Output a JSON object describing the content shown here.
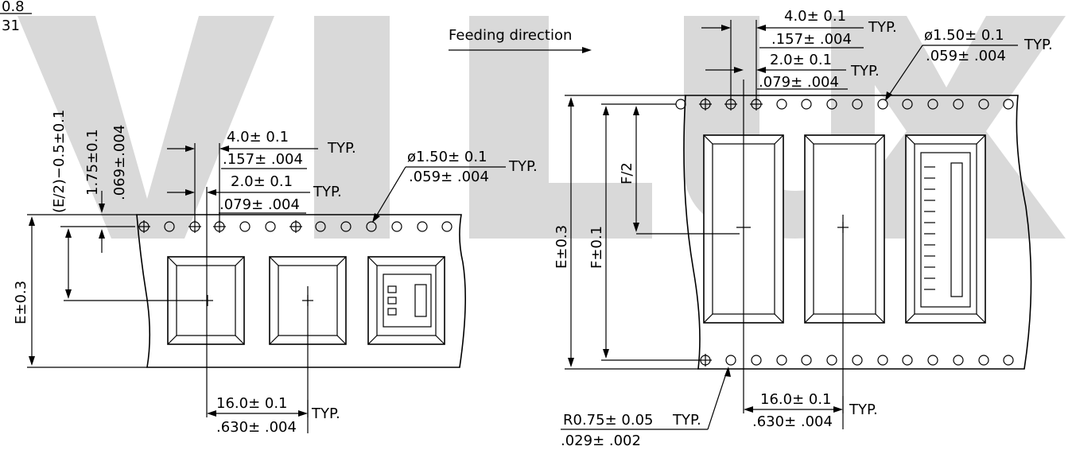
{
  "watermark": {
    "text": "VILUX",
    "color": "#d9d9d9"
  },
  "left": {
    "corner_frac": {
      "num": "0.8",
      "den": "31"
    },
    "vert_e2": "(E/2)−0.5±0.1",
    "vert_175": "1.75±0.1",
    "vert_069": ".069±.004",
    "pitch4": {
      "mm": "4.0± 0.1",
      "in": ".157± .004",
      "typ": "TYP."
    },
    "pitch2": {
      "mm": "2.0± 0.1",
      "in": ".079± .004",
      "typ": "TYP."
    },
    "hole": {
      "mm": "ø1.50± 0.1",
      "in": ".059± .004",
      "typ": "TYP."
    },
    "width_e": "E±0.3",
    "pocket16": {
      "mm": "16.0± 0.1",
      "in": ".630± .004",
      "typ": "TYP."
    }
  },
  "right": {
    "feeding": "Feeding  direction",
    "pitch4": {
      "mm": "4.0± 0.1",
      "in": ".157± .004",
      "typ": "TYP."
    },
    "pitch2": {
      "mm": "2.0± 0.1",
      "in": ".079± .004",
      "typ": "TYP."
    },
    "hole": {
      "mm": "ø1.50± 0.1",
      "in": ".059± .004",
      "typ": "TYP."
    },
    "width_e": "E±0.3",
    "f": "F±0.1",
    "f2": "F/2",
    "radius": {
      "mm": "R0.75± 0.05",
      "typ": "TYP.",
      "in": ".029± .002"
    },
    "pocket16": {
      "mm": "16.0± 0.1",
      "in": ".630± .004",
      "typ": "TYP."
    }
  }
}
